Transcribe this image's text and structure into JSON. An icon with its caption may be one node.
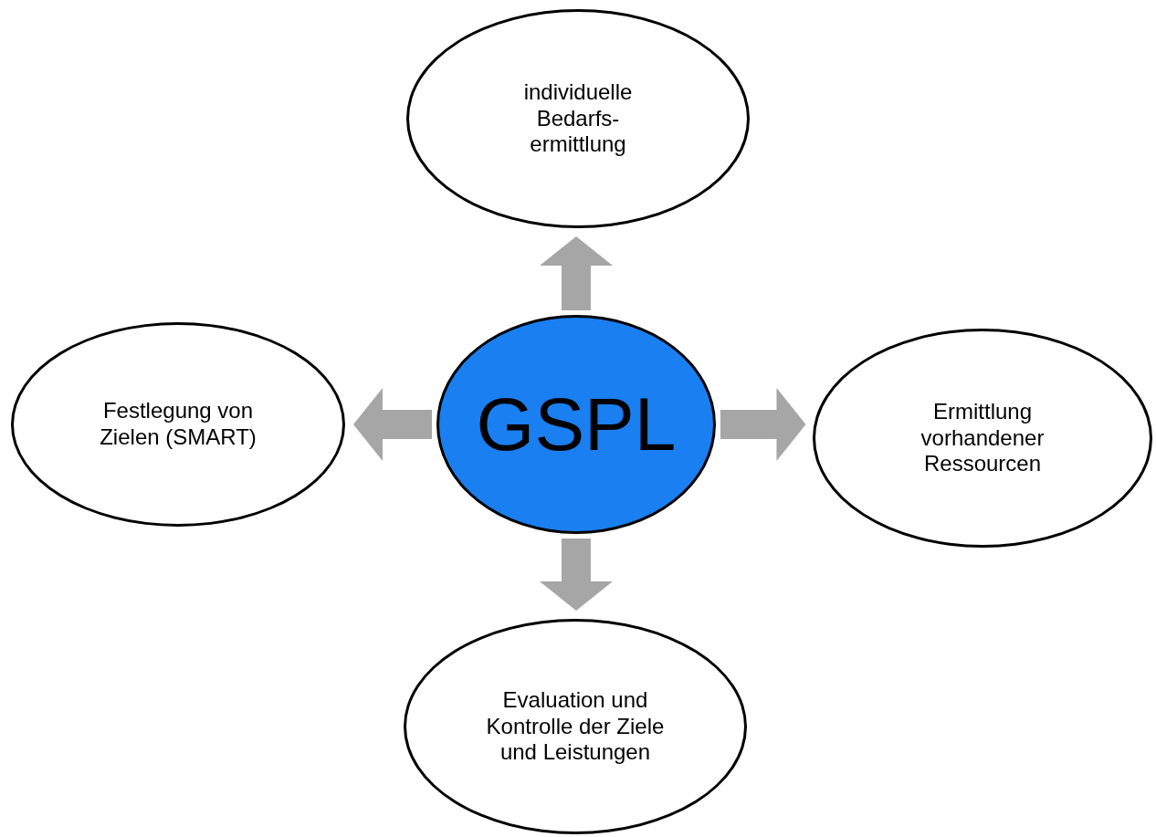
{
  "diagram": {
    "nodes": [
      {
        "text": [
          "individuelle Bedarfs- ermittlung"
        ]
      },
      {
        "text": [
          "Festlegung von Zielen (SMART)"
        ]
      },
      {
        "text": [
          "GSPL"
        ]
      },
      {
        "text": [
          "Ermittlung vorhandener Ressourcen"
        ]
      },
      {
        "text": [
          "Evaluation und Kontrolle der Ziele und Leistungen"
        ]
      }
    ],
    "edges": [
      {
        "from": 2,
        "to": 0,
        "arrow": "to"
      },
      {
        "from": 2,
        "to": 1,
        "arrow": "to"
      },
      {
        "from": 2,
        "to": 3,
        "arrow": "to"
      },
      {
        "from": 2,
        "to": 4,
        "arrow": "to"
      }
    ]
  }
}
